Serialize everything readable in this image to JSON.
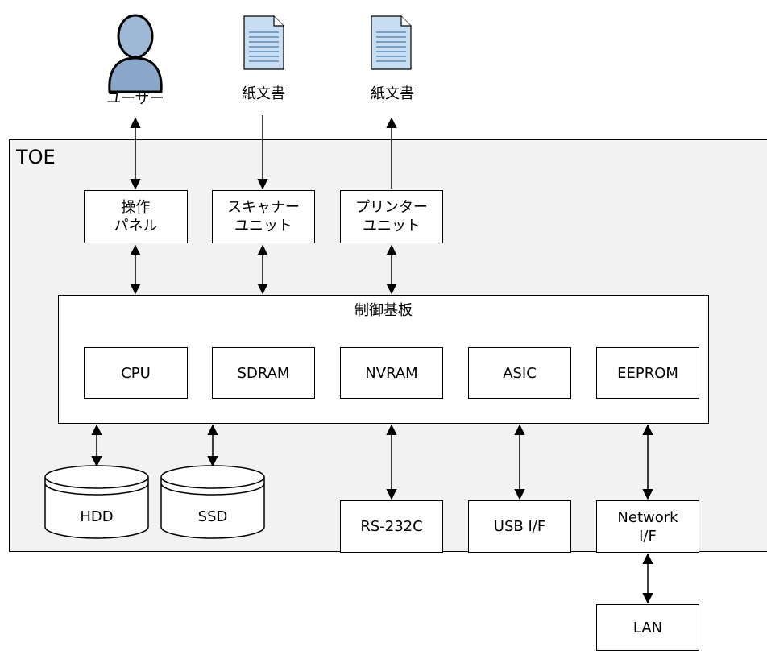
{
  "external": {
    "user": "ユーザー",
    "paper_in": "紙文書",
    "paper_out": "紙文書"
  },
  "toe": {
    "label": "TOE",
    "units": {
      "operation_panel": "操作\nパネル",
      "scanner": "スキャナー\nユニット",
      "printer": "プリンター\nユニット"
    },
    "board": {
      "title": "制御基板",
      "components": [
        "CPU",
        "SDRAM",
        "NVRAM",
        "ASIC",
        "EEPROM"
      ]
    },
    "storage": [
      "HDD",
      "SSD"
    ],
    "interfaces": {
      "rs232c": "RS-232C",
      "usb": "USB I/F",
      "network": "Network\nI/F"
    }
  },
  "lan": "LAN",
  "colors": {
    "toe_fill": "#f2f2f2",
    "icon_blue": "#8aa6c8",
    "doc_blue": "#c9ddf2"
  }
}
